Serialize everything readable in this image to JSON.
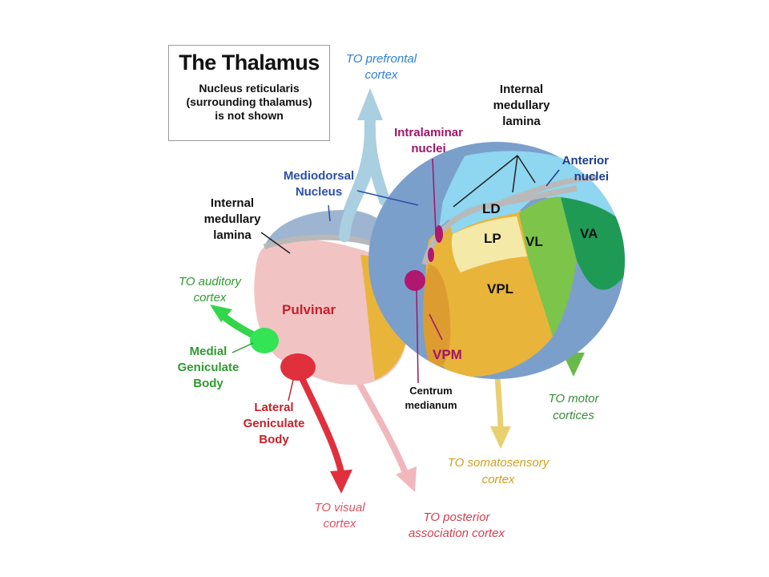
{
  "title": "The Thalamus",
  "subtitle_lines": [
    "Nucleus reticularis",
    "(surrounding thalamus)",
    "is not shown"
  ],
  "nuclei": {
    "ld": "LD",
    "lp": "LP",
    "vl": "VL",
    "va": "VA",
    "vpl": "VPL",
    "vpm": "VPM",
    "pulvinar": "Pulvinar"
  },
  "labels": {
    "prefrontal": [
      "TO prefrontal",
      "cortex"
    ],
    "intralaminar": [
      "Intralaminar",
      "nuclei"
    ],
    "internal_lamina_right": [
      "Internal",
      "medullary",
      "lamina"
    ],
    "anterior": [
      "Anterior",
      "nuclei"
    ],
    "mediodorsal": [
      "Mediodorsal",
      "Nucleus"
    ],
    "internal_lamina_left": [
      "Internal",
      "medullary",
      "lamina"
    ],
    "auditory": [
      "TO auditory",
      "cortex"
    ],
    "medial_geniculate": [
      "Medial",
      "Geniculate",
      "Body"
    ],
    "lateral_geniculate": [
      "Lateral",
      "Geniculate",
      "Body"
    ],
    "centrum": [
      "Centrum",
      "medianum"
    ],
    "motor": [
      "TO motor",
      "cortices"
    ],
    "somatosensory": [
      "TO somatosensory",
      "cortex"
    ],
    "visual": [
      "TO visual",
      "cortex"
    ],
    "posterior": [
      "TO posterior",
      "association cortex"
    ]
  },
  "colors": {
    "prefrontal_blue": "#2f7fd6",
    "intralaminar_magenta": "#a01468",
    "anterior_navy": "#1a3f8f",
    "mediodorsal_blue": "#2c4fa8",
    "auditory_green": "#2f9a2f",
    "motor_green": "#3a8a3a",
    "pulvinar_red": "#c8202a",
    "lateral_red": "#c8202a",
    "somatosensory_gold": "#d2a020",
    "visual_pink": "#e05060",
    "posterior_pink": "#d04050"
  }
}
